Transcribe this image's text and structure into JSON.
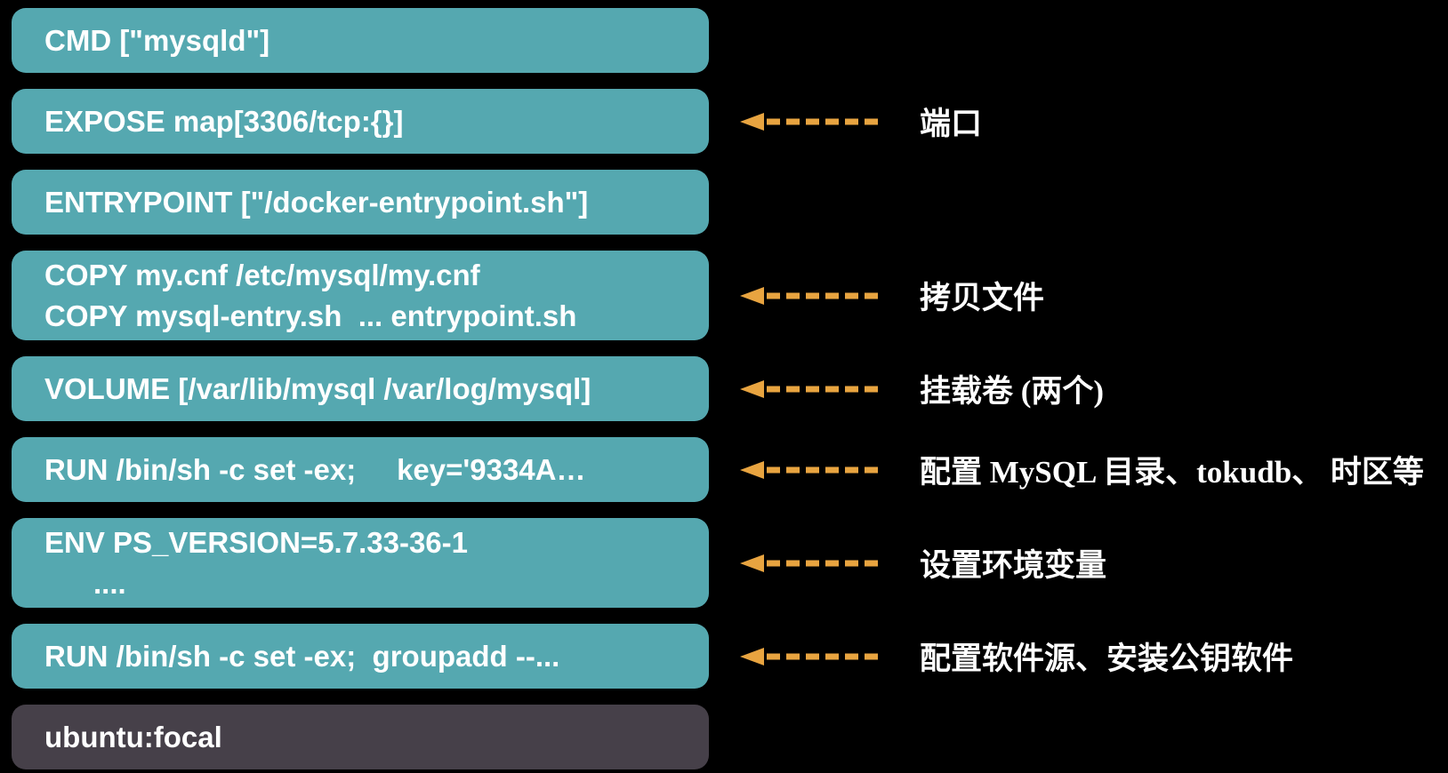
{
  "diagram_title": "mysql docker image layers",
  "colors": {
    "background": "#000000",
    "layer_box": "#55a8b0",
    "base_image_box": "#464049",
    "box_text": "#ffffff",
    "annotation_text": "#ffffff",
    "arrow": "#e8a440"
  },
  "icons": {
    "annotation_arrow": "dashed-left-arrow"
  },
  "layers": [
    {
      "id": "cmd",
      "lines": [
        "CMD [\"mysqld\"]"
      ],
      "annotation": ""
    },
    {
      "id": "expose",
      "lines": [
        "EXPOSE map[3306/tcp:{}]"
      ],
      "annotation": "端口"
    },
    {
      "id": "entrypoint",
      "lines": [
        "ENTRYPOINT [\"/docker-entrypoint.sh\"]"
      ],
      "annotation": ""
    },
    {
      "id": "copy",
      "lines": [
        "COPY my.cnf /etc/mysql/my.cnf",
        "COPY mysql-entry.sh  ... entrypoint.sh"
      ],
      "annotation": "拷贝文件"
    },
    {
      "id": "volume",
      "lines": [
        "VOLUME [/var/lib/mysql /var/log/mysql]"
      ],
      "annotation": "挂载卷 (两个)"
    },
    {
      "id": "run-config",
      "lines": [
        "RUN /bin/sh -c set -ex;     key='9334A…"
      ],
      "annotation": "配置 MySQL 目录、tokudb、 时区等"
    },
    {
      "id": "env",
      "lines": [
        "ENV PS_VERSION=5.7.33-36-1",
        "      ...."
      ],
      "annotation": "设置环境变量"
    },
    {
      "id": "run-sources",
      "lines": [
        "RUN /bin/sh -c set -ex;  groupadd --..."
      ],
      "annotation": "配置软件源、安装公钥软件"
    },
    {
      "id": "base-image",
      "lines": [
        "ubuntu:focal"
      ],
      "annotation": ""
    }
  ]
}
